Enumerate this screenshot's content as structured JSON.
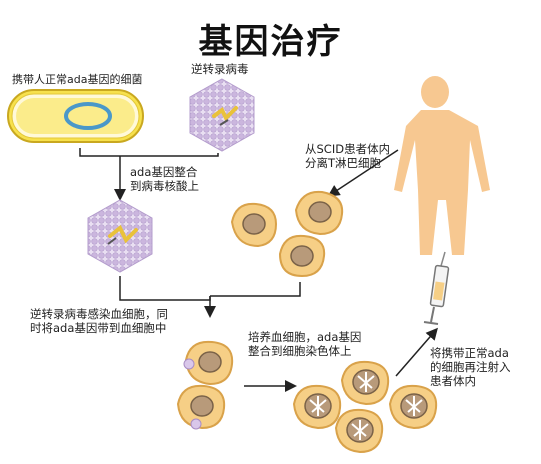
{
  "title": "基因治疗",
  "labels": {
    "bacteria": "携带人正常ada基因的细菌",
    "retrovirus": "逆转录病毒",
    "integrate_1": "ada基因整合",
    "integrate_2": "到病毒核酸上",
    "scid_1": "从SCID患者体内",
    "scid_2": "分离T淋巴细胞",
    "infect_1": "逆转录病毒感染血细胞，同",
    "infect_2": "时将ada基因带到血细胞中",
    "culture_1": "培养血细胞，ada基因",
    "culture_2": "整合到细胞染色体上",
    "inject_1": "将携带正常ada",
    "inject_2": "的细胞再注射入",
    "inject_3": "患者体内"
  },
  "colors": {
    "cell_fill": "#f6cf86",
    "cell_stroke": "#d9a24a",
    "nucleus": "#b89a7a",
    "virus": "#cdb8dd",
    "human": "#f7c891",
    "bacteria_fill": "#f7e14d",
    "plasmid": "#4a98c9"
  }
}
